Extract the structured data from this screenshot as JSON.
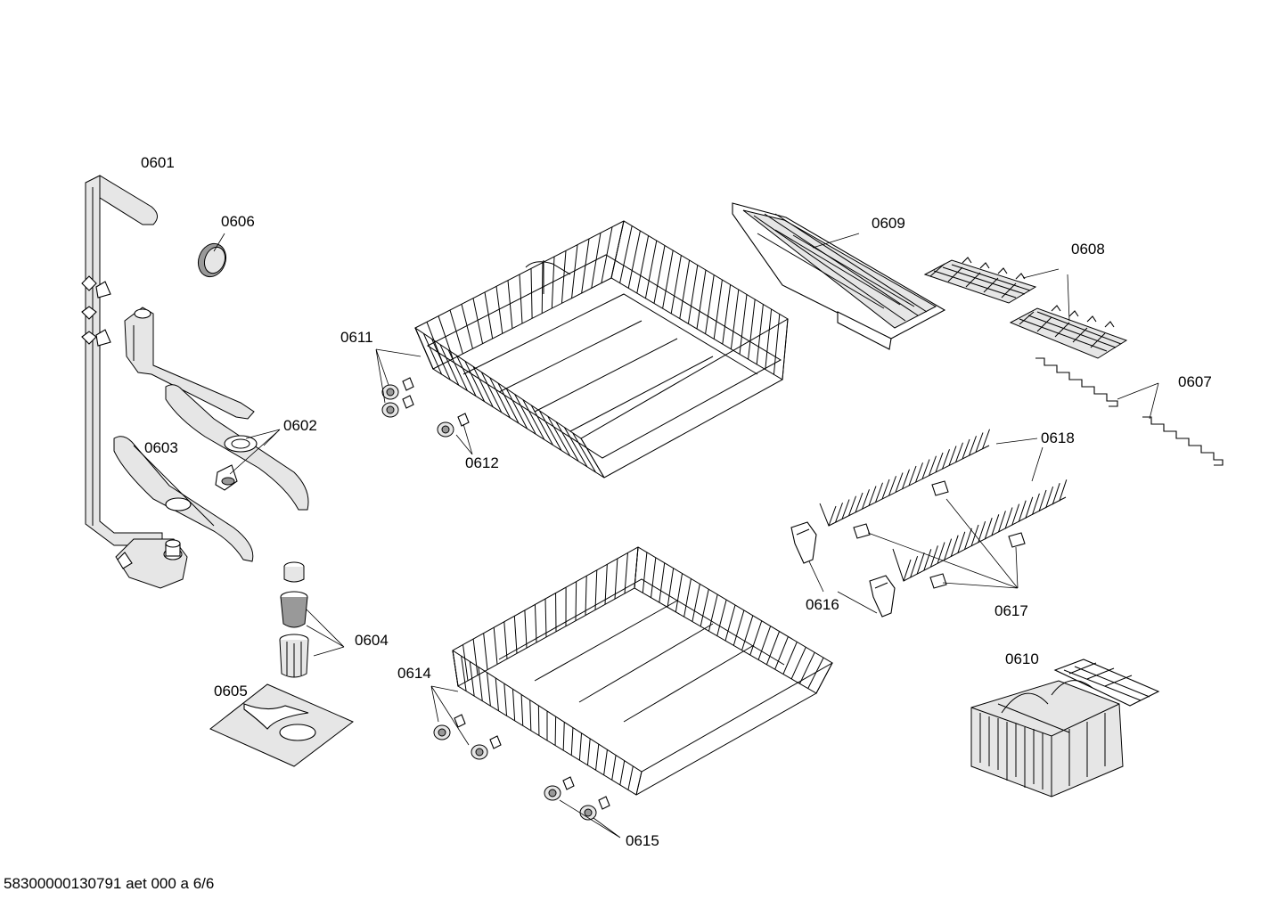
{
  "diagram": {
    "footer_code": "58300000130791 aet 000 a 6/6",
    "parts": [
      {
        "id": "p0601",
        "label": "0601"
      },
      {
        "id": "p0602",
        "label": "0602"
      },
      {
        "id": "p0603",
        "label": "0603"
      },
      {
        "id": "p0604",
        "label": "0604"
      },
      {
        "id": "p0605",
        "label": "0605"
      },
      {
        "id": "p0606",
        "label": "0606"
      },
      {
        "id": "p0607",
        "label": "0607"
      },
      {
        "id": "p0608",
        "label": "0608"
      },
      {
        "id": "p0609",
        "label": "0609"
      },
      {
        "id": "p0610",
        "label": "0610"
      },
      {
        "id": "p0611",
        "label": "0611"
      },
      {
        "id": "p0612",
        "label": "0612"
      },
      {
        "id": "p0614",
        "label": "0614"
      },
      {
        "id": "p0615",
        "label": "0615"
      },
      {
        "id": "p0616",
        "label": "0616"
      },
      {
        "id": "p0617",
        "label": "0617"
      },
      {
        "id": "p0618",
        "label": "0618"
      }
    ]
  }
}
